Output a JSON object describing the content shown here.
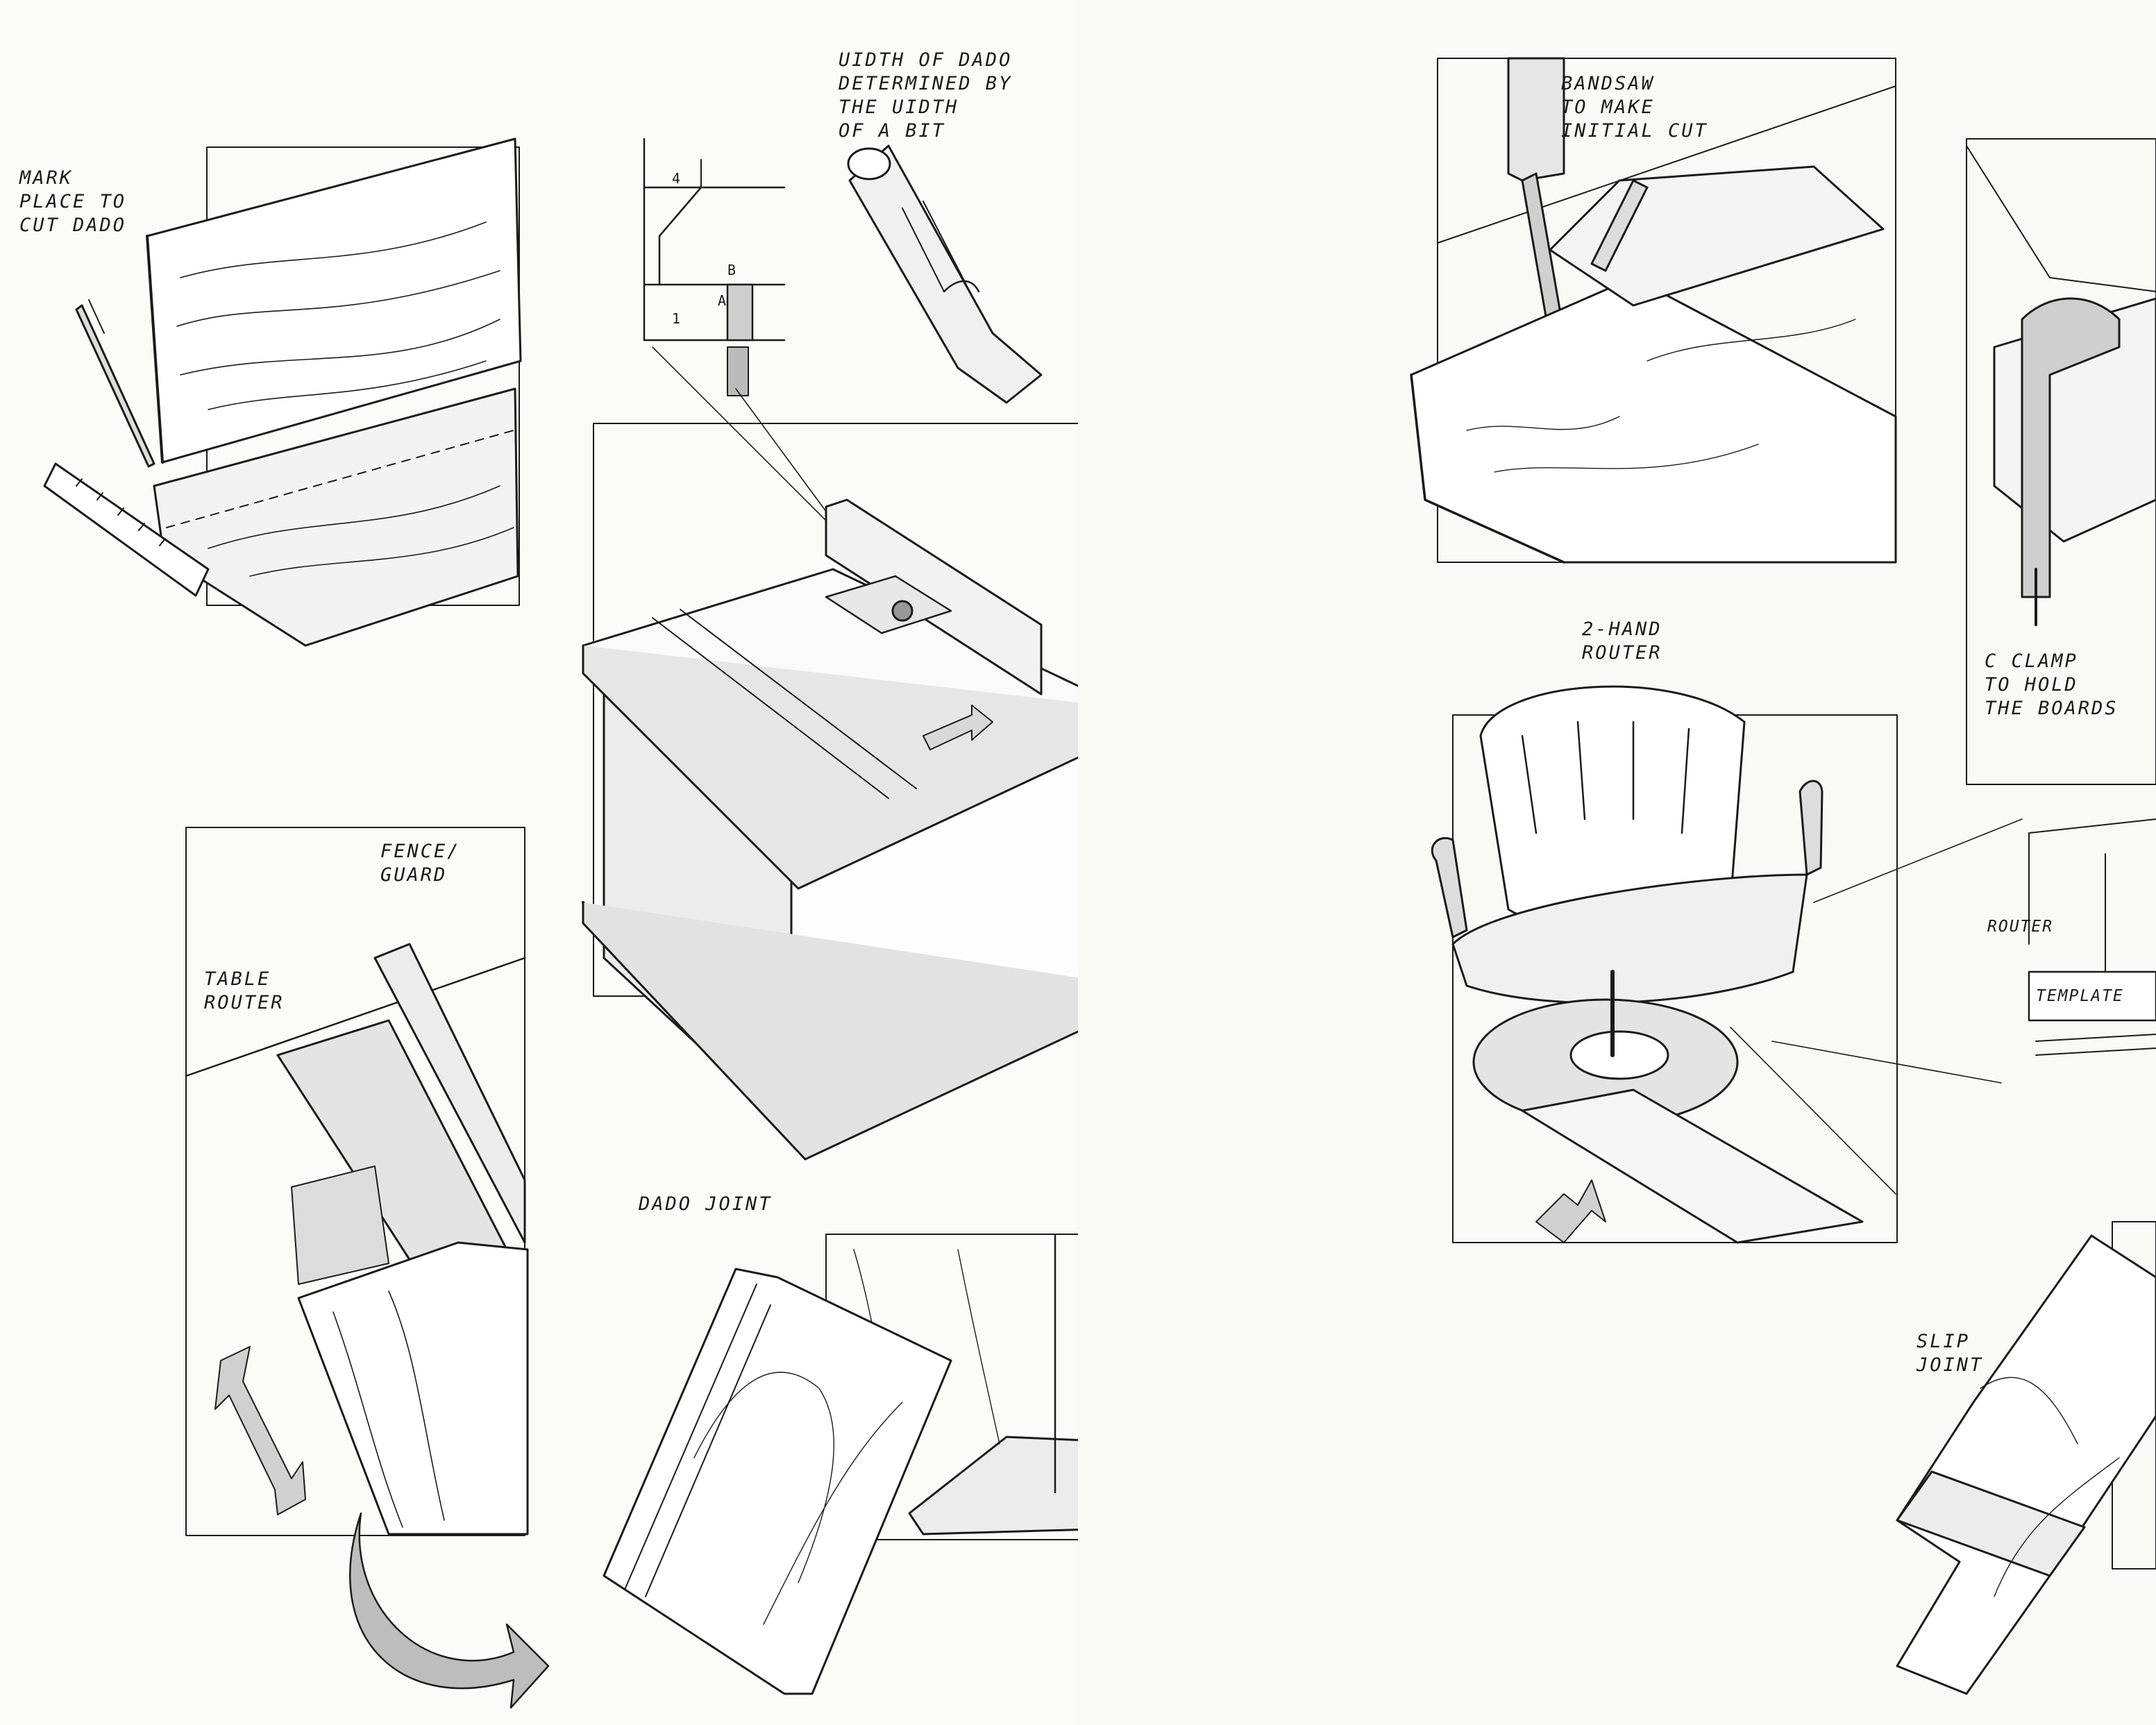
{
  "left_page": {
    "panel_mark_dado": {
      "label": "MARK\nPLACE TO\nCUT DADO"
    },
    "panel_bit": {
      "label": "UIDTH OF DADO\nDETERMINED BY\n        THE UIDTH\n        OF A BIT",
      "dim_4": "4",
      "dim_B": "B",
      "dim_A": "A",
      "dim_1": "1"
    },
    "panel_table_router": {
      "table_router_label": "TABLE\nROUTER",
      "fence_label": "FENCE/\nGUARD"
    },
    "panel_dado_joint": {
      "label": "DADO JOINT"
    }
  },
  "right_page": {
    "panel_bandsaw": {
      "label": "BANDSAW\nTO MAKE\nINITIAL CUT"
    },
    "panel_clamp": {
      "label": "C CLAMP\nTO HOLD\nTHE BOARDS"
    },
    "panel_hand_router": {
      "label": "2-HAND\nROUTER"
    },
    "panel_template": {
      "router_label": "ROUTER",
      "template_label": "TEMPLATE"
    },
    "panel_slip_joint": {
      "label": "SLIP\nJOINT"
    }
  }
}
